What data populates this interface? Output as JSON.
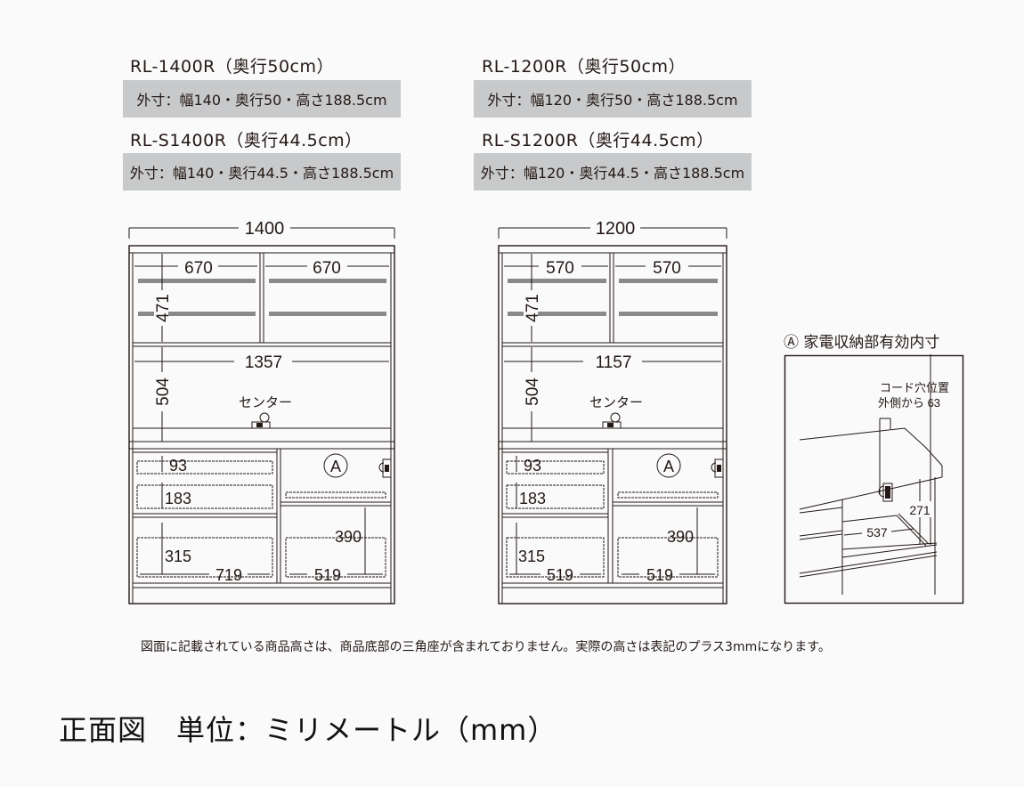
{
  "models": {
    "left": {
      "title_a": "RL-1400R（奥行50cm）",
      "spec_a": "外寸：幅140・奥行50・高さ188.5cm",
      "title_b": "RL-S1400R（奥行44.5cm）",
      "spec_b": "外寸：幅140・奥行44.5・高さ188.5cm"
    },
    "right": {
      "title_a": "RL-1200R（奥行50cm）",
      "spec_a": "外寸：幅120・奥行50・高さ188.5cm",
      "title_b": "RL-S1200R（奥行44.5cm）",
      "spec_b": "外寸：幅120・奥行44.5・高さ188.5cm"
    }
  },
  "drawings": {
    "left": {
      "total_width": "1400",
      "upper_door_width_left": "670",
      "upper_door_width_right": "670",
      "upper_height": "471",
      "middle_width": "1357",
      "middle_height": "504",
      "center_label": "センター",
      "drawer1_height": "93",
      "drawer2_height": "183",
      "drawer3_height": "315",
      "drawer3_width": "719",
      "appliance_marker": "A",
      "lower_right_height": "390",
      "lower_right_width": "519"
    },
    "right": {
      "total_width": "1200",
      "upper_door_width_left": "570",
      "upper_door_width_right": "570",
      "upper_height": "471",
      "middle_width": "1157",
      "middle_height": "504",
      "center_label": "センター",
      "drawer1_height": "93",
      "drawer2_height": "183",
      "drawer3_height": "315",
      "drawer3_width": "519",
      "appliance_marker": "A",
      "lower_right_height": "390",
      "lower_right_width": "519"
    }
  },
  "detail": {
    "title": "Ⓐ 家電収納部有効内寸",
    "cord_note_line1": "コード穴位置",
    "cord_note_line2": "外側から 63",
    "height": "271",
    "depth": "537"
  },
  "note": "図面に記載されている商品高さは、商品底部の三角座が含まれておりません。実際の高さは表記のプラス3mmになります。",
  "footer": "正面図　単位：ミリメートル（mm）",
  "colors": {
    "background": "#fafafa",
    "spec_box": "#c8c9ca",
    "line": "#231815"
  }
}
